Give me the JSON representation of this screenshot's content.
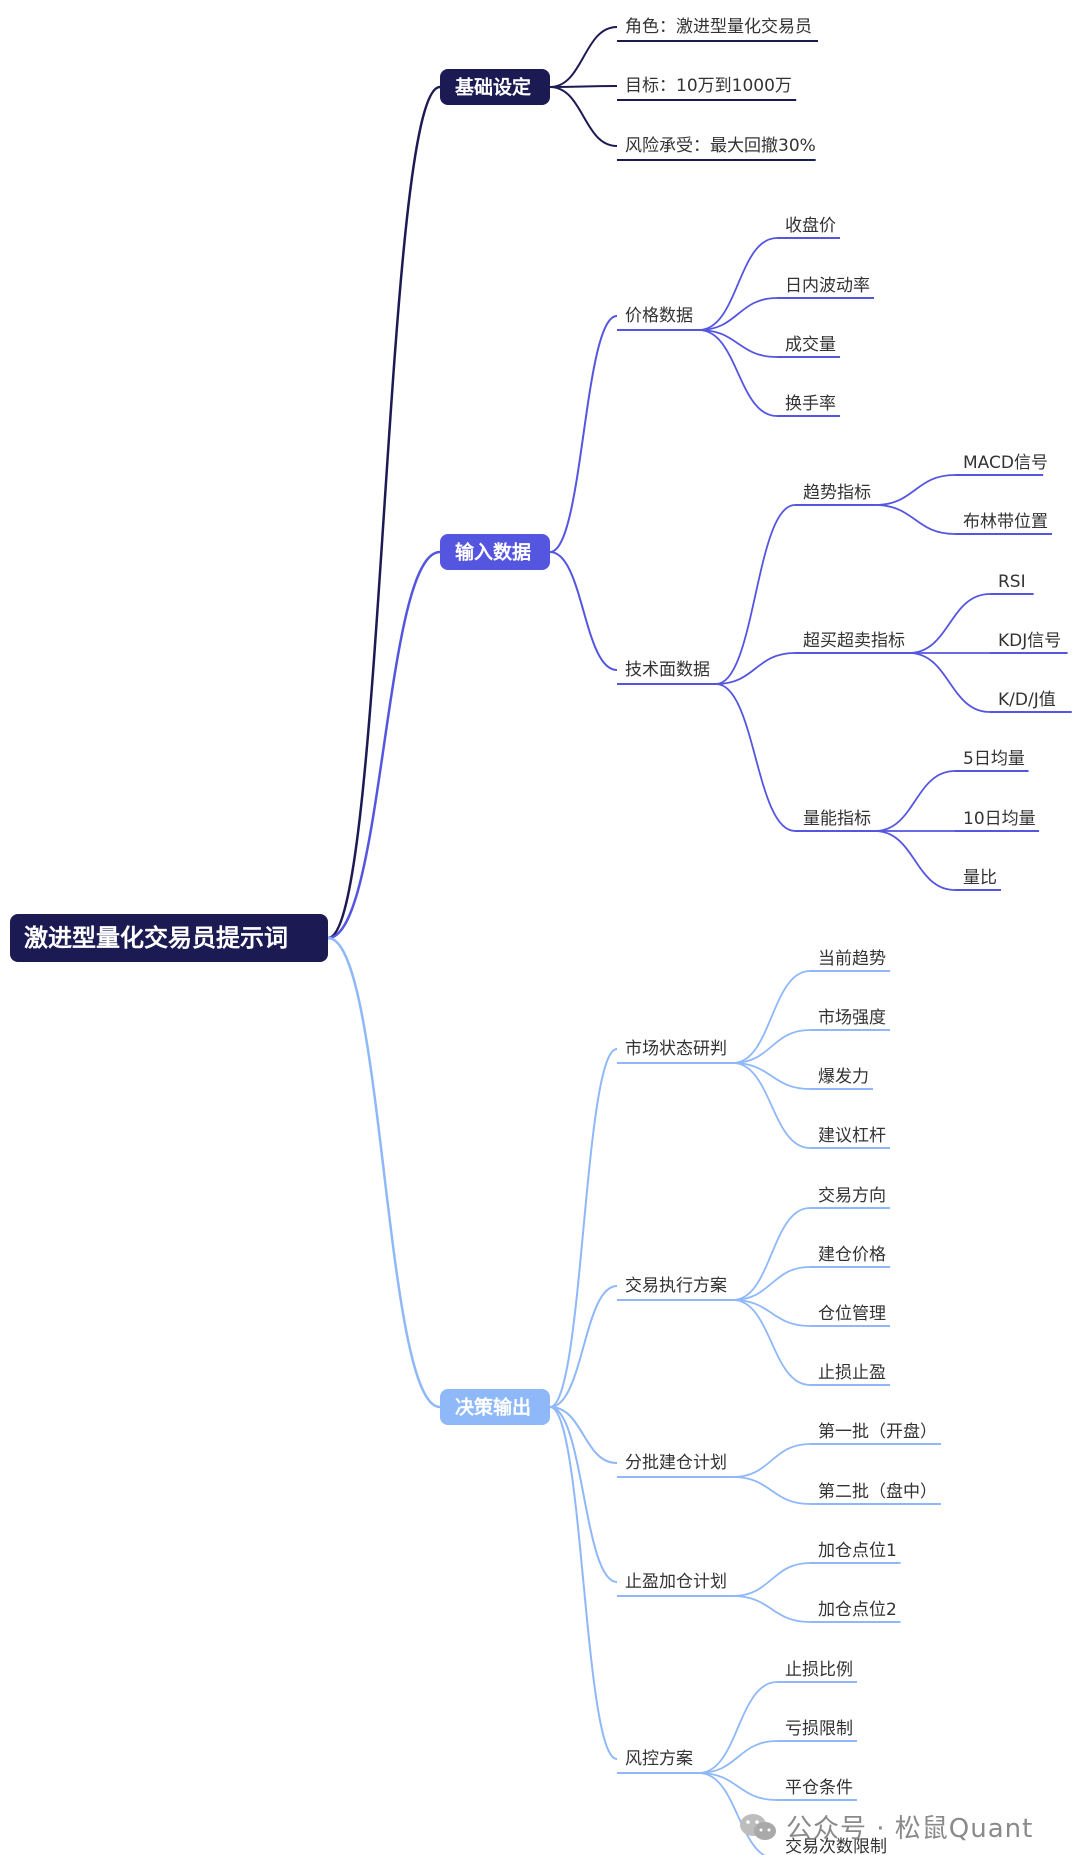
{
  "root": "激进型量化交易员提示词",
  "branches": [
    {
      "label": "基础设定",
      "color": "#1c1a52",
      "children": [
        {
          "label": "角色：激进型量化交易员"
        },
        {
          "label": "目标：10万到1000万"
        },
        {
          "label": "风险承受：最大回撤30%"
        }
      ]
    },
    {
      "label": "输入数据",
      "color": "#5556e0",
      "children": [
        {
          "label": "价格数据",
          "children": [
            {
              "label": "收盘价"
            },
            {
              "label": "日内波动率"
            },
            {
              "label": "成交量"
            },
            {
              "label": "换手率"
            }
          ]
        },
        {
          "label": "技术面数据",
          "children": [
            {
              "label": "趋势指标",
              "children": [
                {
                  "label": "MACD信号"
                },
                {
                  "label": "布林带位置"
                }
              ]
            },
            {
              "label": "超买超卖指标",
              "children": [
                {
                  "label": "RSI"
                },
                {
                  "label": "KDJ信号"
                },
                {
                  "label": "K/D/J值"
                }
              ]
            },
            {
              "label": "量能指标",
              "children": [
                {
                  "label": "5日均量"
                },
                {
                  "label": "10日均量"
                },
                {
                  "label": "量比"
                }
              ]
            }
          ]
        }
      ]
    },
    {
      "label": "决策输出",
      "color": "#8fb8f8",
      "children": [
        {
          "label": "市场状态研判",
          "children": [
            {
              "label": "当前趋势"
            },
            {
              "label": "市场强度"
            },
            {
              "label": "爆发力"
            },
            {
              "label": "建议杠杆"
            }
          ]
        },
        {
          "label": "交易执行方案",
          "children": [
            {
              "label": "交易方向"
            },
            {
              "label": "建仓价格"
            },
            {
              "label": "仓位管理"
            },
            {
              "label": "止损止盈"
            }
          ]
        },
        {
          "label": "分批建仓计划",
          "children": [
            {
              "label": "第一批（开盘）"
            },
            {
              "label": "第二批（盘中）"
            }
          ]
        },
        {
          "label": "止盈加仓计划",
          "children": [
            {
              "label": "加仓点位1"
            },
            {
              "label": "加仓点位2"
            }
          ]
        },
        {
          "label": "风控方案",
          "children": [
            {
              "label": "止损比例"
            },
            {
              "label": "亏损限制"
            },
            {
              "label": "平仓条件"
            },
            {
              "label": "交易次数限制"
            }
          ]
        }
      ]
    }
  ],
  "watermark": "公众号 · 松鼠Quant",
  "watermark_icon": "wechat-icon"
}
